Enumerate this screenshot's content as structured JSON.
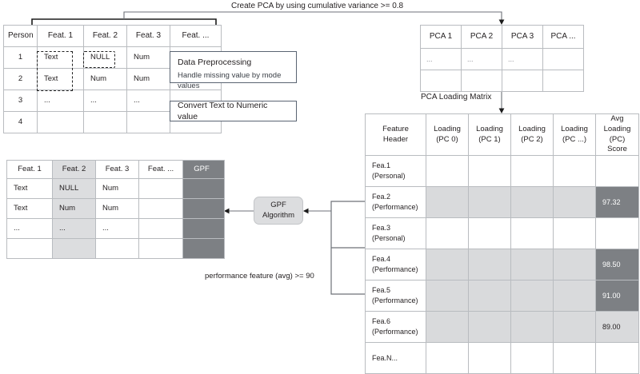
{
  "diagram": {
    "top_flow_label": "Create PCA by using cumulative variance >= 0.8",
    "pca_loading_matrix_label": "PCA Loading Matrix",
    "performance_filter_label": "performance feature (avg) >= 90"
  },
  "raw_table": {
    "headers": [
      "Person",
      "Feat. 1",
      "Feat. 2",
      "Feat. 3",
      "Feat. ..."
    ],
    "rows": [
      [
        "1",
        "Text",
        "NULL",
        "Num",
        ""
      ],
      [
        "2",
        "Text",
        "Num",
        "Num",
        ""
      ],
      [
        "3",
        "...",
        "...",
        "...",
        ""
      ],
      [
        "4",
        "",
        "",
        "",
        ""
      ]
    ]
  },
  "callouts": {
    "preprocessing": {
      "title": "Data Preprocessing",
      "subtitle": "Handle missing value by mode values"
    },
    "convert": {
      "title": "Convert Text to Numeric value"
    }
  },
  "pca_table": {
    "headers": [
      "PCA 1",
      "PCA 2",
      "PCA 3",
      "PCA ..."
    ],
    "rows": [
      [
        "...",
        "...",
        "...",
        ""
      ],
      [
        "",
        "",
        "",
        ""
      ]
    ]
  },
  "loading_table": {
    "headers": [
      "Feature\nHeader",
      "Loading\n(PC 0)",
      "Loading\n(PC 1)",
      "Loading\n(PC 2)",
      "Loading\n(PC ...)",
      "Avg Loading\n(PC) Score"
    ],
    "header_lines": [
      [
        "Feature",
        "Header"
      ],
      [
        "Loading",
        "(PC 0)"
      ],
      [
        "Loading",
        "(PC 1)"
      ],
      [
        "Loading",
        "(PC 2)"
      ],
      [
        "Loading",
        "(PC ...)"
      ],
      [
        "Avg Loading",
        "(PC) Score"
      ]
    ],
    "rows": [
      {
        "feature": "Fea.1",
        "category": "(Personal)",
        "highlighted": false,
        "score": "",
        "score_highlighted": false
      },
      {
        "feature": "Fea.2",
        "category": "(Performance)",
        "highlighted": true,
        "score": "97.32",
        "score_highlighted": true
      },
      {
        "feature": "Fea.3",
        "category": "(Personal)",
        "highlighted": false,
        "score": "",
        "score_highlighted": false
      },
      {
        "feature": "Fea.4",
        "category": "(Performance)",
        "highlighted": true,
        "score": "98.50",
        "score_highlighted": true
      },
      {
        "feature": "Fea.5",
        "category": "(Performance)",
        "highlighted": true,
        "score": "91.00",
        "score_highlighted": true
      },
      {
        "feature": "Fea.6",
        "category": "(Performance)",
        "highlighted": true,
        "score": "89.00",
        "score_highlighted": false
      },
      {
        "feature": "Fea.N...",
        "category": "",
        "highlighted": false,
        "score": "",
        "score_highlighted": false
      }
    ]
  },
  "gpf_table": {
    "headers": [
      "Feat. 1",
      "Feat. 2",
      "Feat. 3",
      "Feat. ...",
      "GPF"
    ],
    "rows": [
      [
        "Text",
        "NULL",
        "Num",
        "",
        ""
      ],
      [
        "Text",
        "Num",
        "Num",
        "",
        ""
      ],
      [
        "...",
        "...",
        "...",
        "",
        ""
      ],
      [
        "",
        "",
        "",
        "",
        ""
      ]
    ]
  },
  "gpf_algorithm": {
    "line1": "GPF",
    "line2": "Algorithm"
  },
  "colors": {
    "shade_light": "#d9dadc",
    "shade_dark": "#7d8084",
    "border": "#b9bcc0",
    "callout_border": "#5a6472",
    "text": "#231f20"
  }
}
